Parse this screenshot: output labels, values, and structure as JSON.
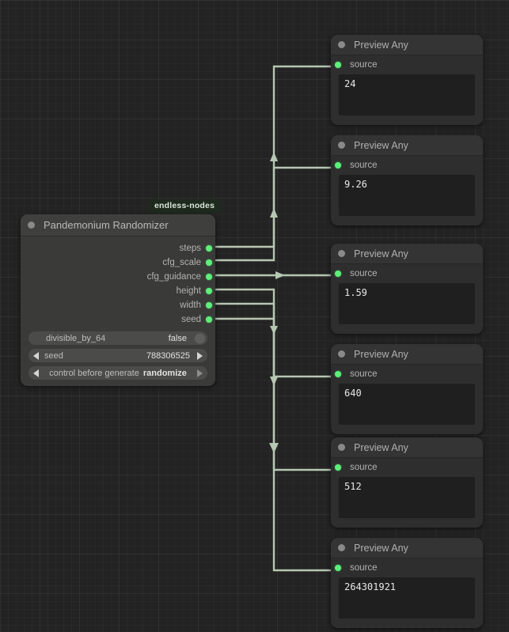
{
  "graph": {
    "group_badge": "endless-nodes",
    "port_color": "#5cf07a",
    "wire_color": "#b6c7b2",
    "canvas_color": "#232323"
  },
  "randomizer_node": {
    "title": "Pandemonium Randomizer",
    "header_dot": "status-dot",
    "outputs": [
      {
        "label": "steps"
      },
      {
        "label": "cfg_scale"
      },
      {
        "label": "cfg_guidance"
      },
      {
        "label": "height"
      },
      {
        "label": "width"
      },
      {
        "label": "seed"
      }
    ],
    "widgets": [
      {
        "type": "toggle",
        "name": "divisible_by_64",
        "value": "false"
      },
      {
        "type": "number",
        "name": "seed",
        "value": "788306525"
      },
      {
        "type": "combo",
        "name": "control before generate",
        "value": "randomize"
      }
    ]
  },
  "preview_nodes": [
    {
      "title": "Preview Any",
      "port_label": "source",
      "value": "24"
    },
    {
      "title": "Preview Any",
      "port_label": "source",
      "value": "9.26"
    },
    {
      "title": "Preview Any",
      "port_label": "source",
      "value": "1.59"
    },
    {
      "title": "Preview Any",
      "port_label": "source",
      "value": "640"
    },
    {
      "title": "Preview Any",
      "port_label": "source",
      "value": "512"
    },
    {
      "title": "Preview Any",
      "port_label": "source",
      "value": "264301921"
    }
  ]
}
